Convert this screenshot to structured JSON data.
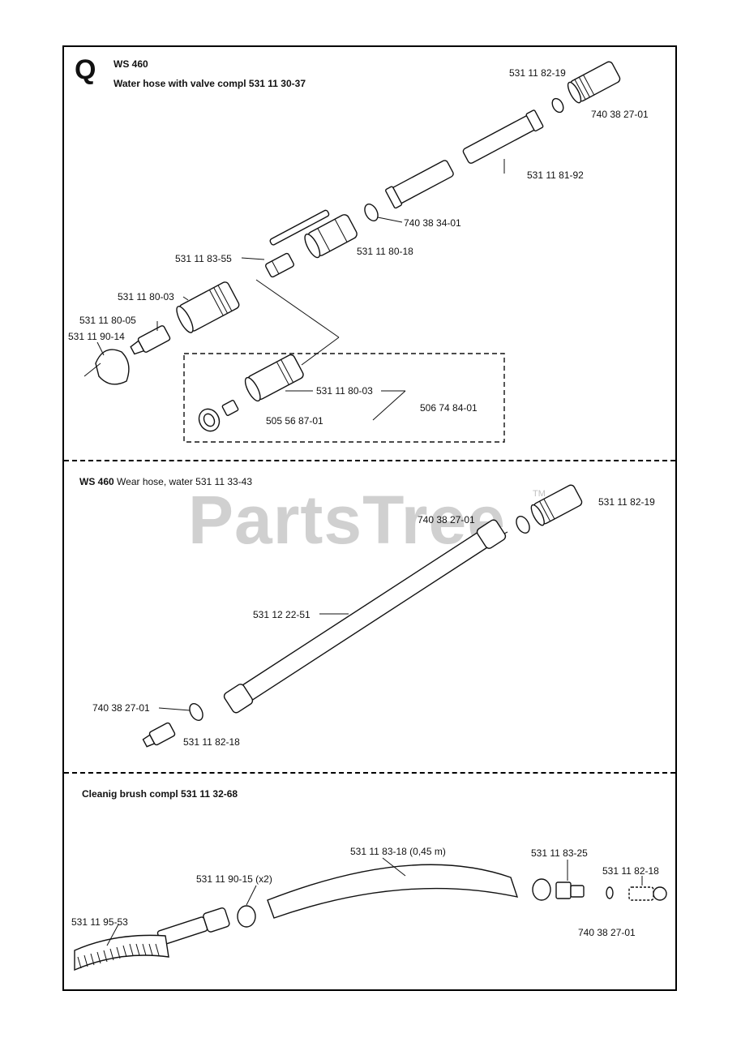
{
  "diagram": {
    "section_letter": "Q",
    "watermark": "PartsTree",
    "watermark_mark": "TM",
    "section1": {
      "model": "WS 460",
      "title": "Water hose with valve compl 531 11 30-37",
      "labels": {
        "p1": "531 11 82-19",
        "p2": "740 38 27-01",
        "p3": "531 11 81-92",
        "p4": "740 38 34-01",
        "p5": "531 11 80-18",
        "p6": "531 11 83-55",
        "p7": "531 11 80-03",
        "p8": "531 11 80-05",
        "p9": "531 11 90-14",
        "p10": "531 11 80-03",
        "p11": "506 74 84-01",
        "p12": "505 56 87-01"
      }
    },
    "section2": {
      "model": "WS 460",
      "title": "Wear hose, water 531 11 33-43",
      "labels": {
        "p1": "531 11 82-19",
        "p2": "740 38 27-01",
        "p3": "531 12 22-51",
        "p4": "740 38 27-01",
        "p5": "531 11 82-18"
      }
    },
    "section3": {
      "title": "Cleanig brush compl 531 11 32-68",
      "labels": {
        "p1": "531 11 83-18 (0,45 m)",
        "p2": "531 11 83-25",
        "p3": "531 11 82-18",
        "p4": "531 11 90-15 (x2)",
        "p5": "531 11 95-53",
        "p6": "740 38 27-01"
      }
    }
  }
}
